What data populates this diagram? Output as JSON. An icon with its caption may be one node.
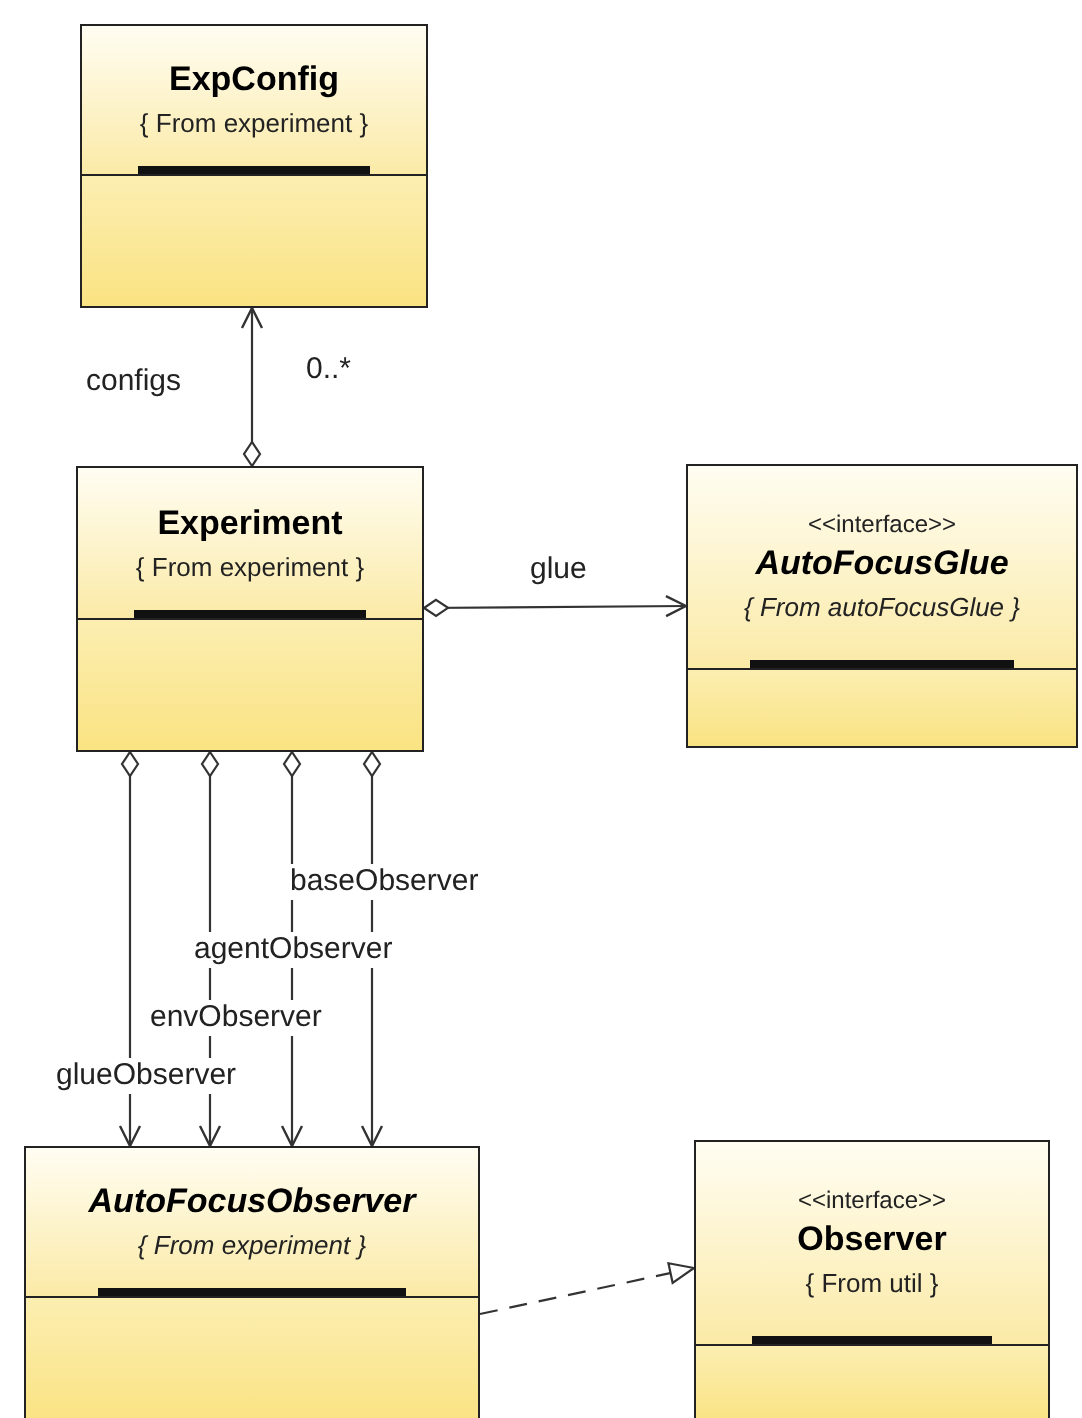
{
  "diagram": {
    "nodes": [
      {
        "text": [
          "ExpConfig",
          "{ From experiment }"
        ]
      },
      {
        "text": [
          "Experiment",
          "{ From experiment }"
        ]
      },
      {
        "text": [
          "<<interface>>",
          "AutoFocusGlue",
          "{ From autoFocusGlue }"
        ]
      },
      {
        "text": [
          "AutoFocusObserver",
          "{ From experiment }"
        ]
      },
      {
        "text": [
          "<<interface>>",
          "Observer",
          "{ From util }"
        ]
      }
    ],
    "edges": [
      {
        "from": 1,
        "to": 0,
        "arrow": "to",
        "label": "configs"
      },
      {
        "from": 1,
        "to": 2,
        "arrow": "to",
        "label": "glue"
      },
      {
        "from": 1,
        "to": 3,
        "arrow": "to",
        "label": "glueObserver"
      },
      {
        "from": 1,
        "to": 3,
        "arrow": "to",
        "label": "envObserver"
      },
      {
        "from": 1,
        "to": 3,
        "arrow": "to",
        "label": "agentObserver"
      },
      {
        "from": 1,
        "to": 3,
        "arrow": "to",
        "label": "baseObserver"
      },
      {
        "from": 3,
        "to": 4,
        "arrow": "to",
        "style": "dashed"
      }
    ],
    "labels": [
      "0..*"
    ]
  }
}
